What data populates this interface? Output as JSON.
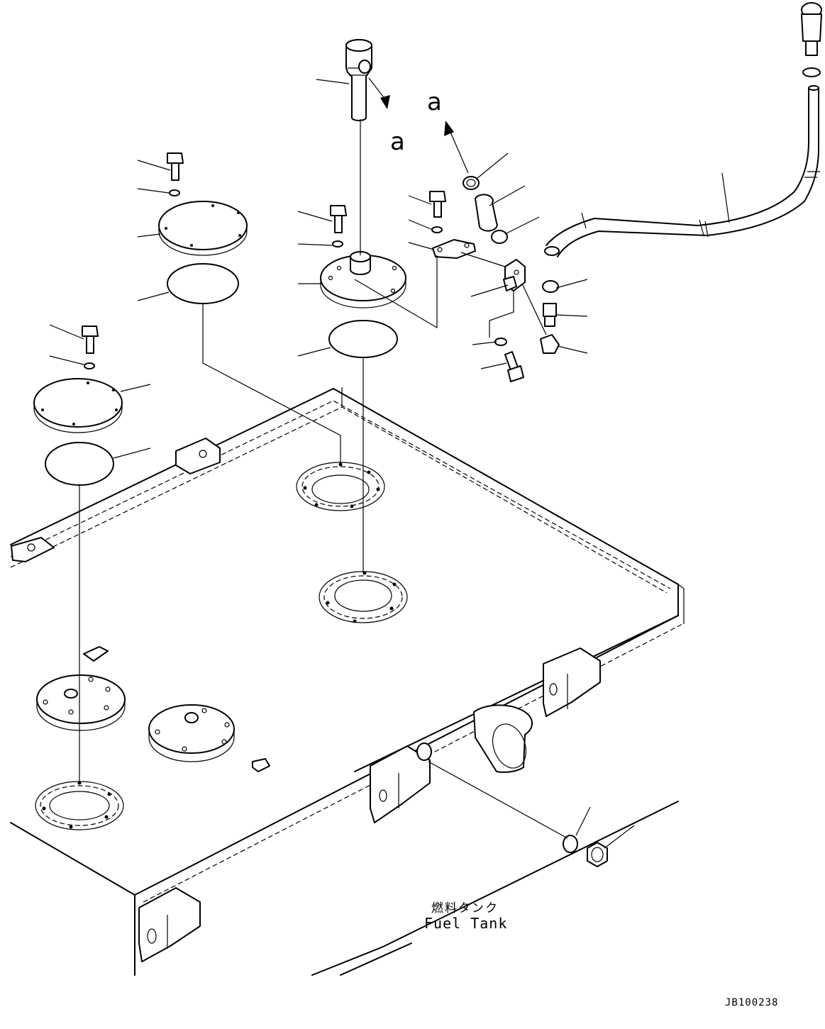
{
  "view_marker_a_top": "a",
  "view_marker_a_mid": "a",
  "tank_label_jp": "燃料タンク",
  "tank_label_en": "Fuel Tank",
  "drawing_code": "JB100238"
}
